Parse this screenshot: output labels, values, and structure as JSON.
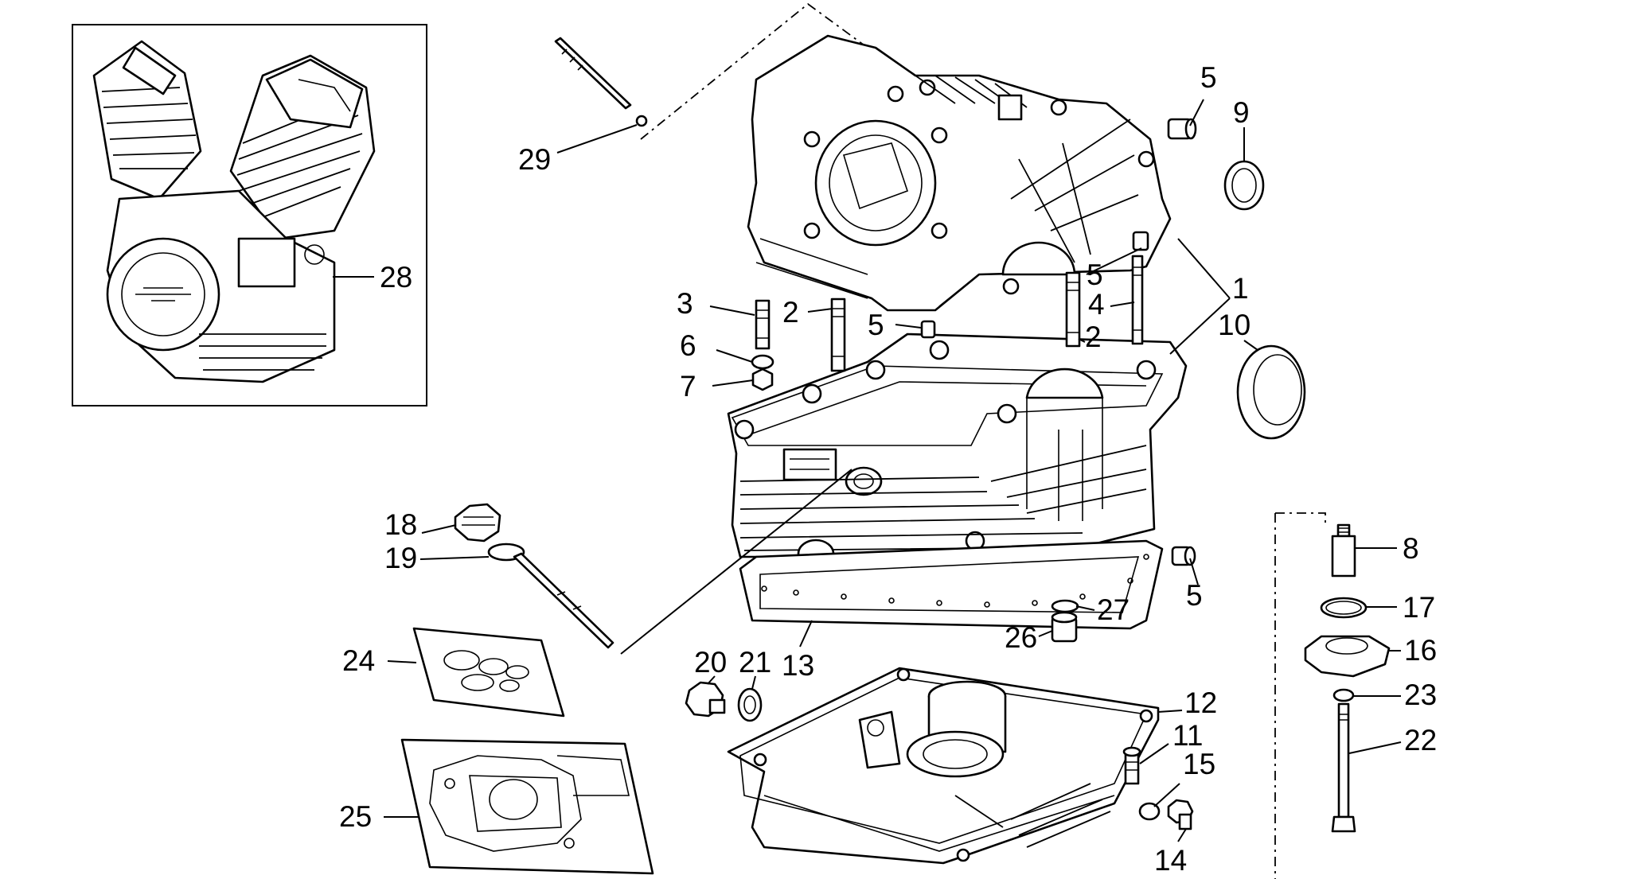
{
  "diagram": {
    "callouts": [
      {
        "id": "c1",
        "text": "1"
      },
      {
        "id": "c2a",
        "text": "2"
      },
      {
        "id": "c2b",
        "text": "2"
      },
      {
        "id": "c3",
        "text": "3"
      },
      {
        "id": "c4",
        "text": "4"
      },
      {
        "id": "c5a",
        "text": "5"
      },
      {
        "id": "c5b",
        "text": "5"
      },
      {
        "id": "c5c",
        "text": "5"
      },
      {
        "id": "c5d",
        "text": "5"
      },
      {
        "id": "c6",
        "text": "6"
      },
      {
        "id": "c7",
        "text": "7"
      },
      {
        "id": "c8",
        "text": "8"
      },
      {
        "id": "c9",
        "text": "9"
      },
      {
        "id": "c10",
        "text": "10"
      },
      {
        "id": "c11",
        "text": "11"
      },
      {
        "id": "c12",
        "text": "12"
      },
      {
        "id": "c13",
        "text": "13"
      },
      {
        "id": "c14",
        "text": "14"
      },
      {
        "id": "c15",
        "text": "15"
      },
      {
        "id": "c16",
        "text": "16"
      },
      {
        "id": "c17",
        "text": "17"
      },
      {
        "id": "c18",
        "text": "18"
      },
      {
        "id": "c19",
        "text": "19"
      },
      {
        "id": "c20",
        "text": "20"
      },
      {
        "id": "c21",
        "text": "21"
      },
      {
        "id": "c22",
        "text": "22"
      },
      {
        "id": "c23",
        "text": "23"
      },
      {
        "id": "c24",
        "text": "24"
      },
      {
        "id": "c25",
        "text": "25"
      },
      {
        "id": "c26",
        "text": "26"
      },
      {
        "id": "c27",
        "text": "27"
      },
      {
        "id": "c28",
        "text": "28"
      },
      {
        "id": "c29",
        "text": "29"
      }
    ]
  }
}
